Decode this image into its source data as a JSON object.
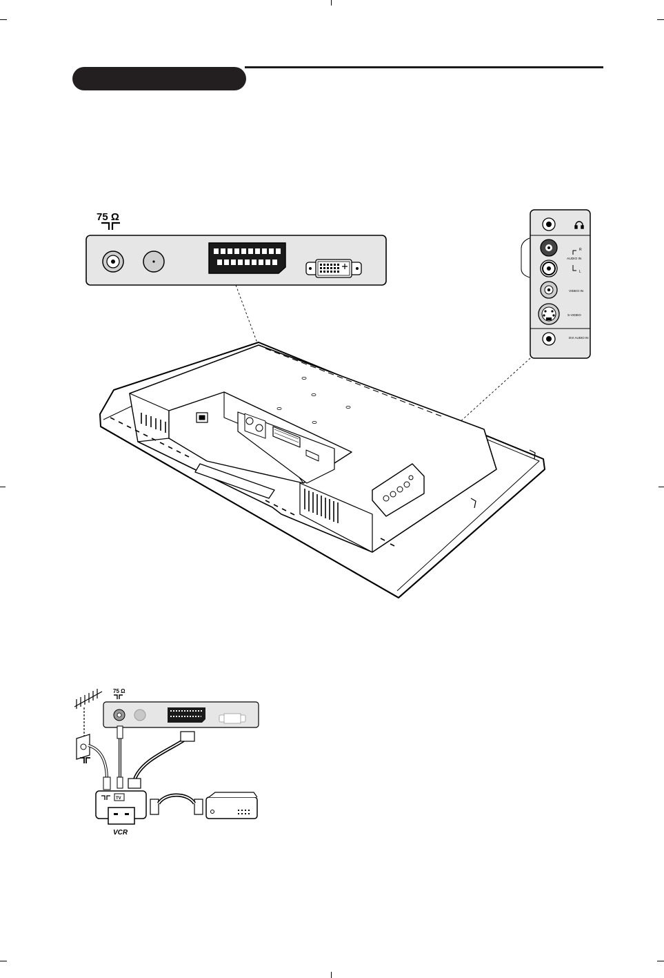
{
  "rear_panel": {
    "impedance_label": "75 Ω"
  },
  "side_panel": {
    "audio_label": "AUDIO IN",
    "audio_r": "R",
    "audio_l": "L",
    "video_in_label": "VIDEO IN",
    "svideo_label": "S-VIDEO",
    "dvi_audio_label": "DVI AUDIO IN"
  },
  "connection_diagram": {
    "impedance_label": "75 Ω",
    "tv_label": "TV",
    "vcr_label": "VCR"
  }
}
